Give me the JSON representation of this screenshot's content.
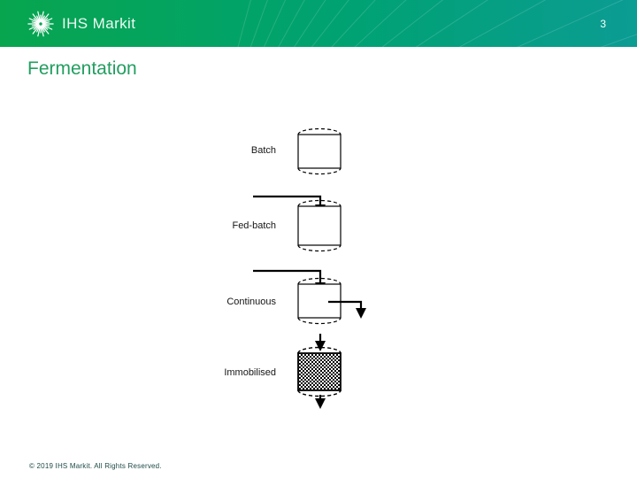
{
  "header": {
    "brand": "IHS Markit",
    "page_number": "3"
  },
  "title": "Fermentation",
  "diagram": {
    "description": "Four fermentation modes shown as bioreactor cylinders with flow arrows",
    "items": [
      {
        "label": "Batch",
        "arrows": []
      },
      {
        "label": "Fed-batch",
        "arrows": [
          "feed-in-top"
        ]
      },
      {
        "label": "Continuous",
        "arrows": [
          "feed-in-top",
          "product-out-side",
          "flow-down-below"
        ]
      },
      {
        "label": "Immobilised",
        "arrows": [
          "flow-in-top",
          "flow-out-bottom"
        ],
        "fill": "checkered-packed-bed"
      }
    ]
  },
  "footer": {
    "copyright": "© 2019 IHS Markit. All Rights Reserved."
  },
  "colors": {
    "header_gradient_start": "#07a54e",
    "header_gradient_mid": "#00a273",
    "header_gradient_end": "#0b9c93",
    "title_green": "#229e60",
    "footer_color": "#1d4b47",
    "diagram_ink": "#000000"
  }
}
